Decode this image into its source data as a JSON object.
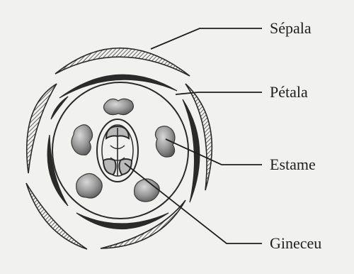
{
  "labels": {
    "sepala": "Sépala",
    "petala": "Pétala",
    "estame": "Estame",
    "gineceu": "Gineceu"
  },
  "colors": {
    "background": "#f1f1ef",
    "stroke": "#2a2a2a",
    "fill_dark": "#6a6a6a",
    "fill_light": "#b8b8b8"
  }
}
